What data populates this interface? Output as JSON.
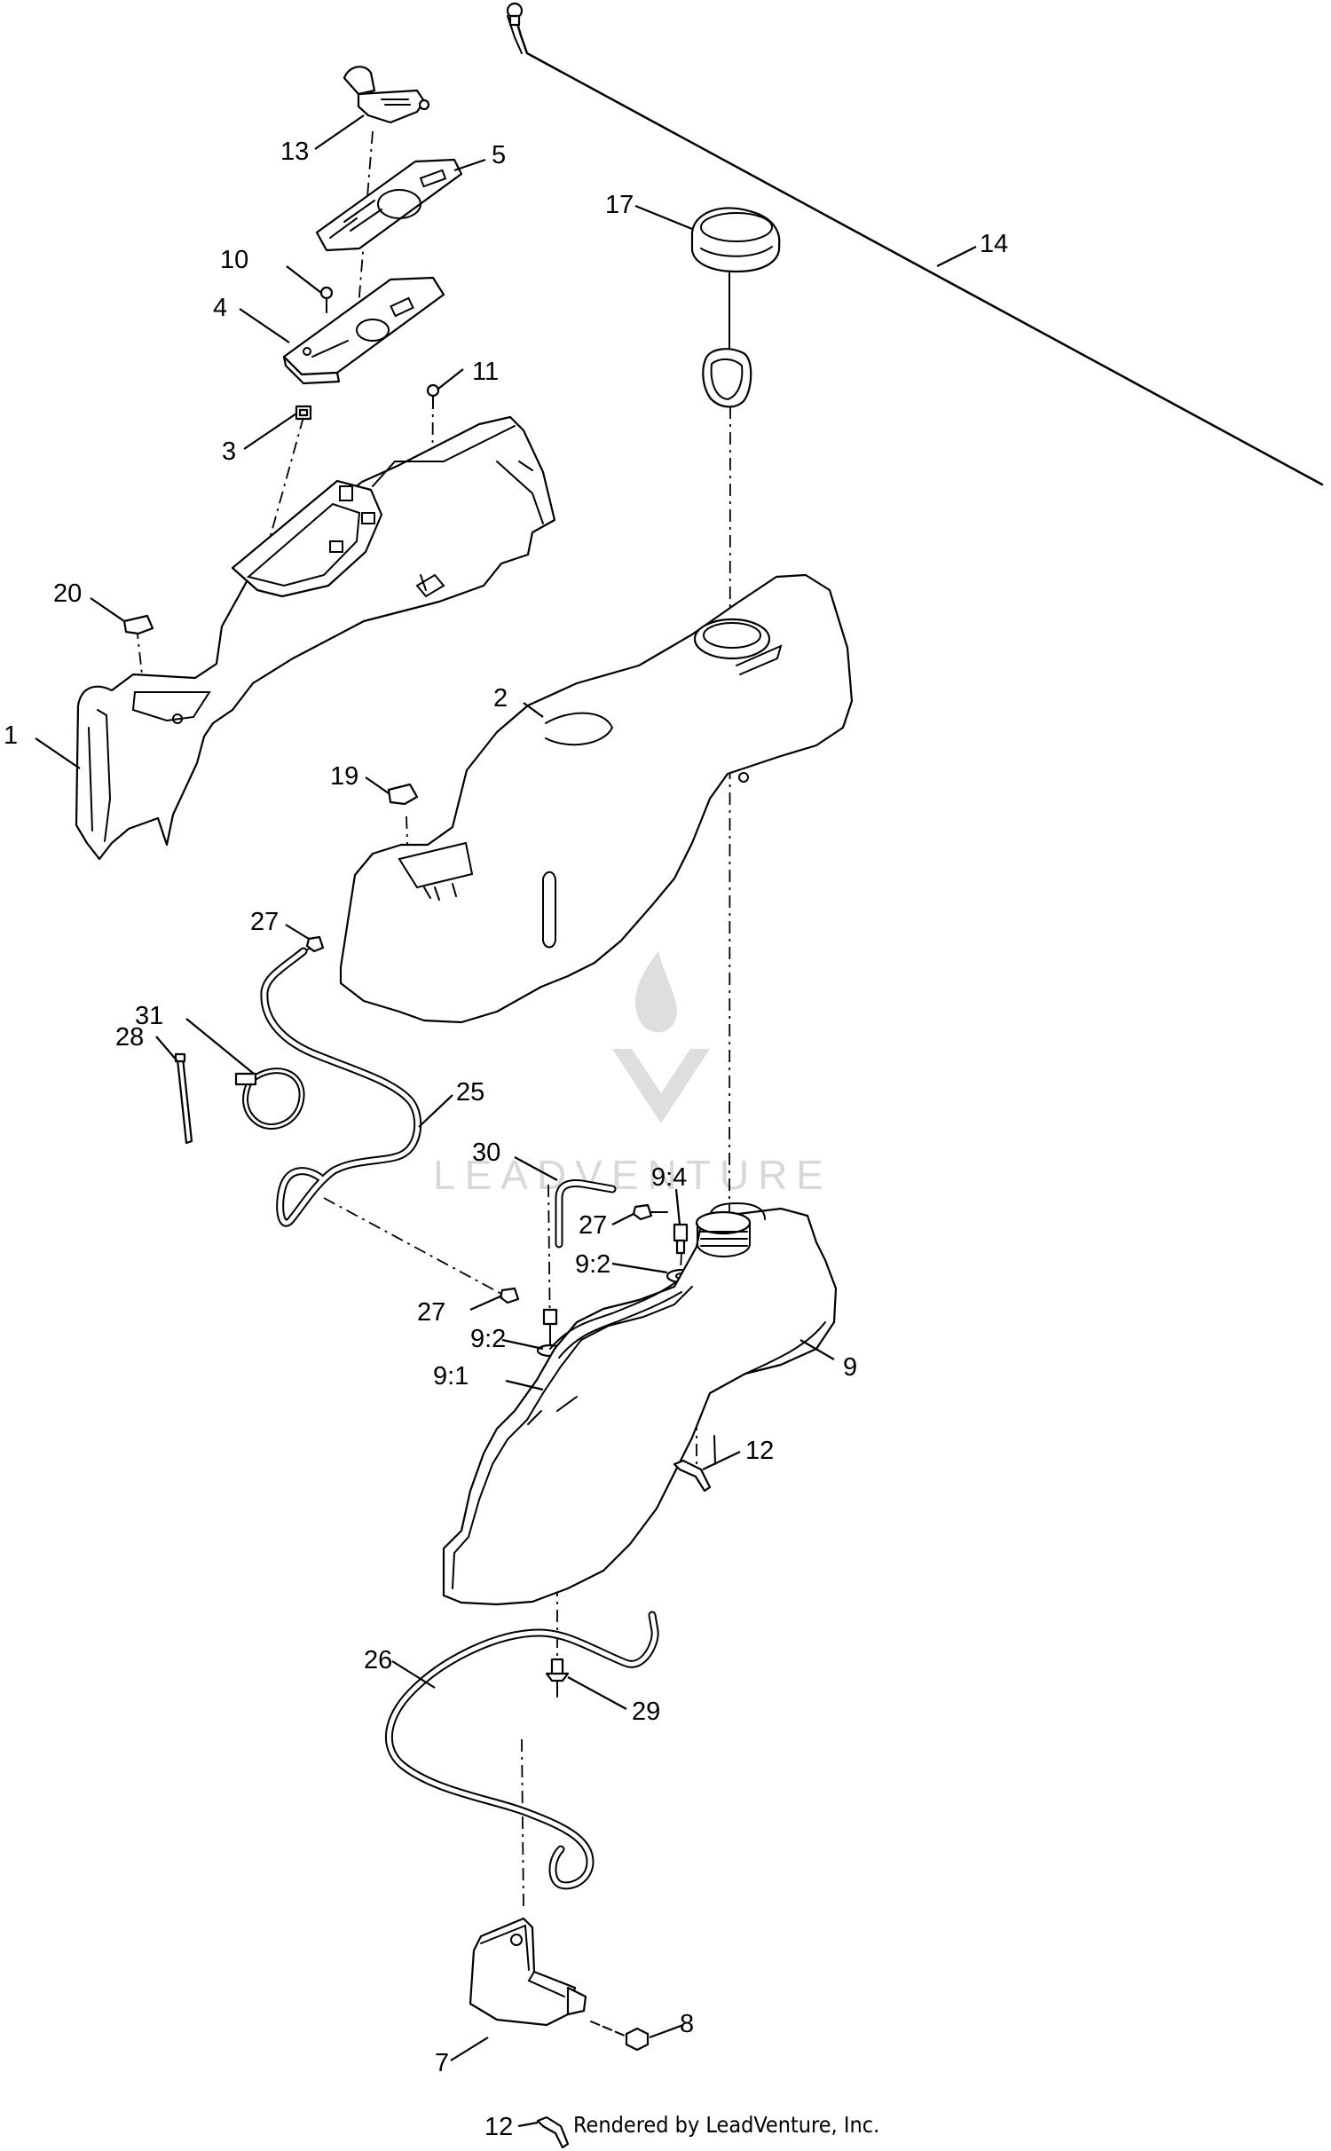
{
  "callouts": [
    {
      "id": "c13",
      "label": "13"
    },
    {
      "id": "c5",
      "label": "5"
    },
    {
      "id": "c10",
      "label": "10"
    },
    {
      "id": "c4",
      "label": "4"
    },
    {
      "id": "c11",
      "label": "11"
    },
    {
      "id": "c3",
      "label": "3"
    },
    {
      "id": "c17",
      "label": "17"
    },
    {
      "id": "c14",
      "label": "14"
    },
    {
      "id": "c20",
      "label": "20"
    },
    {
      "id": "c1",
      "label": "1"
    },
    {
      "id": "c2",
      "label": "2"
    },
    {
      "id": "c19",
      "label": "19"
    },
    {
      "id": "c27a",
      "label": "27"
    },
    {
      "id": "c31",
      "label": "31"
    },
    {
      "id": "c28",
      "label": "28"
    },
    {
      "id": "c25",
      "label": "25"
    },
    {
      "id": "c30",
      "label": "30"
    },
    {
      "id": "c94",
      "label": "9:4"
    },
    {
      "id": "c27b",
      "label": "27"
    },
    {
      "id": "c92a",
      "label": "9:2"
    },
    {
      "id": "c27c",
      "label": "27"
    },
    {
      "id": "c92b",
      "label": "9:2"
    },
    {
      "id": "c91",
      "label": "9:1"
    },
    {
      "id": "c9",
      "label": "9"
    },
    {
      "id": "c12a",
      "label": "12"
    },
    {
      "id": "c26",
      "label": "26"
    },
    {
      "id": "c29",
      "label": "29"
    },
    {
      "id": "c8",
      "label": "8"
    },
    {
      "id": "c7",
      "label": "7"
    },
    {
      "id": "c12b",
      "label": "12"
    }
  ],
  "credit": "Rendered by LeadVenture, Inc.",
  "watermark": "LEADVENTURE"
}
